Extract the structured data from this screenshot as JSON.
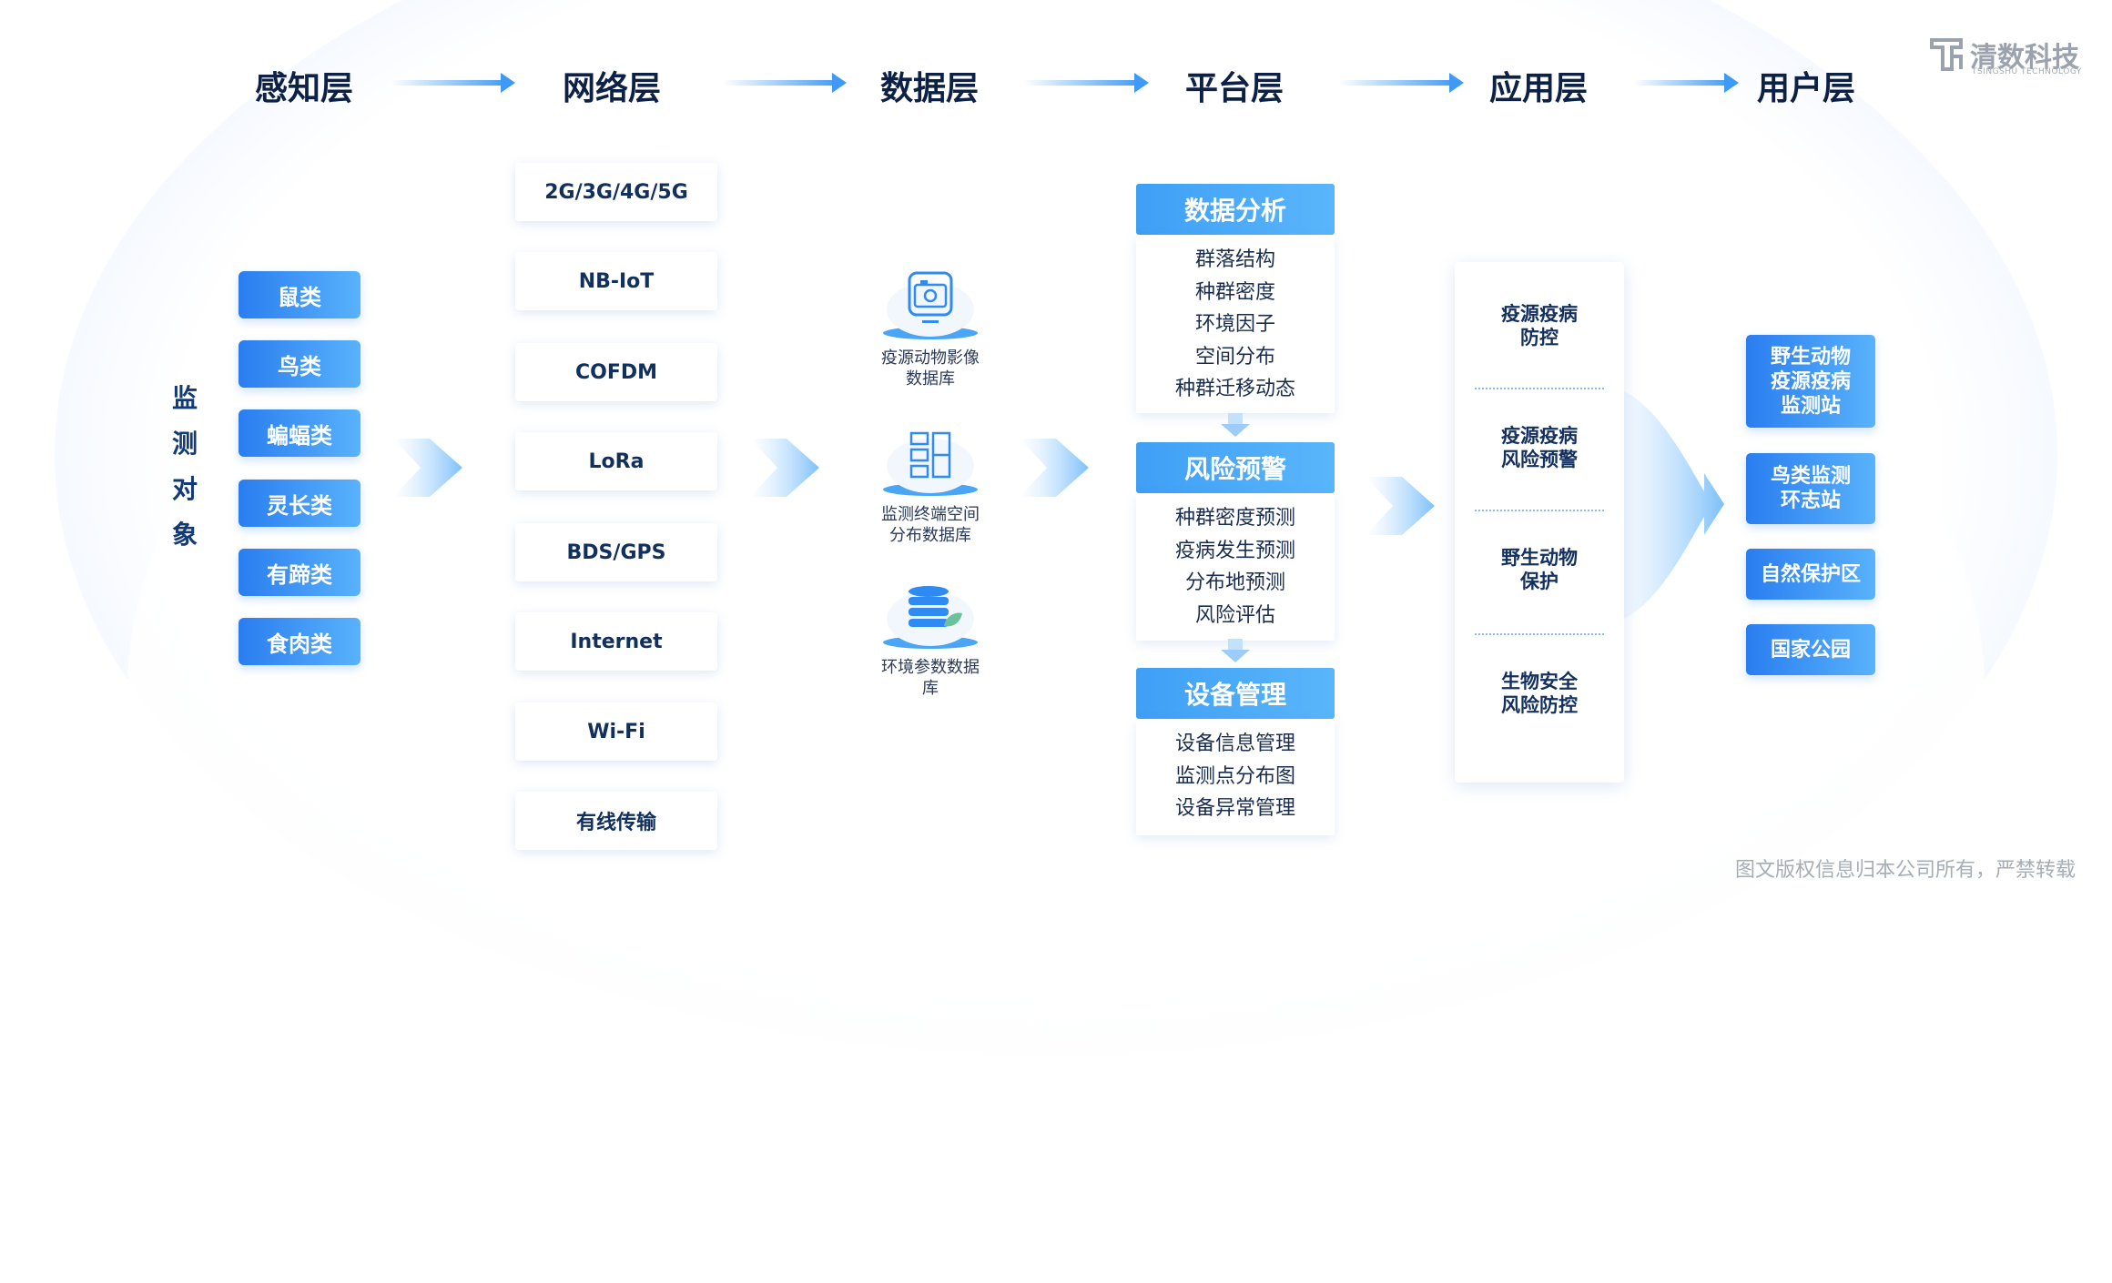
{
  "logo": {
    "name": "清数科技",
    "english": "TSINGSHU TECHNOLOGY"
  },
  "layers": [
    "感知层",
    "网络层",
    "数据层",
    "平台层",
    "应用层",
    "用户层"
  ],
  "perception": {
    "label": [
      "监",
      "测",
      "对",
      "象"
    ],
    "animals": [
      "鼠类",
      "鸟类",
      "蝙蝠类",
      "灵长类",
      "有蹄类",
      "食肉类"
    ]
  },
  "network": [
    "2G/3G/4G/5G",
    "NB-IoT",
    "COFDM",
    "LoRa",
    "BDS/GPS",
    "Internet",
    "Wi-Fi",
    "有线传输"
  ],
  "databases": [
    {
      "icon": "camera-icon",
      "label": [
        "疫源动物影像",
        "数据库"
      ]
    },
    {
      "icon": "terminal-layout-icon",
      "label": [
        "监测终端空间",
        "分布数据库"
      ]
    },
    {
      "icon": "database-leaf-icon",
      "label": [
        "环境参数数据库"
      ]
    }
  ],
  "platform": [
    {
      "title": "数据分析",
      "items": [
        "群落结构",
        "种群密度",
        "环境因子",
        "空间分布",
        "种群迁移动态"
      ]
    },
    {
      "title": "风险预警",
      "items": [
        "种群密度预测",
        "疫病发生预测",
        "分布地预测",
        "风险评估"
      ]
    },
    {
      "title": "设备管理",
      "items": [
        "设备信息管理",
        "监测点分布图",
        "设备异常管理"
      ]
    }
  ],
  "applications": [
    [
      "疫源疫病",
      "防控"
    ],
    [
      "疫源疫病",
      "风险预警"
    ],
    [
      "野生动物",
      "保护"
    ],
    [
      "生物安全",
      "风险防控"
    ]
  ],
  "users": [
    [
      "野生动物",
      "疫源疫病",
      "监测站"
    ],
    [
      "鸟类监测",
      "环志站"
    ],
    [
      "自然保护区"
    ],
    [
      "国家公园"
    ]
  ],
  "colors": {
    "primary": "#2a7df0",
    "light": "#59b2fb",
    "title": "#0d2147"
  },
  "copyright": "图文版权信息归本公司所有，严禁转载"
}
